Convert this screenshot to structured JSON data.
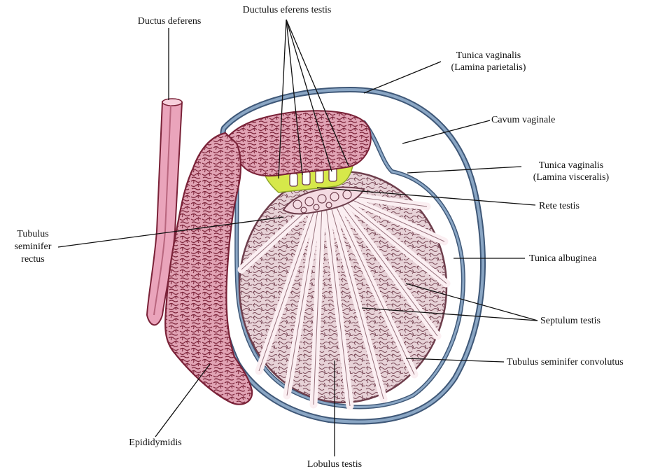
{
  "colors": {
    "background": "#ffffff",
    "tunica_vaginalis": "#8aa6c4",
    "tunica_vaginalis_dark": "#3f5878",
    "epididymis_fill": "#e1a3b4",
    "epididymis_dark": "#7a2238",
    "ductus_fill": "#eaa4bb",
    "testis_fill": "#e7d2d7",
    "testis_tubule": "#7a4a58",
    "septum_fill": "#fbeff2",
    "rete_fill": "#f4dbe2",
    "efferent_zone": "#d6e84a",
    "leader_line": "#111111"
  },
  "labels": {
    "ductus_deferens": "Ductus deferens",
    "ductulus_eferens_testis": "Ductulus eferens testis",
    "tunica_vaginalis_parietalis_1": "Tunica vaginalis",
    "tunica_vaginalis_parietalis_2": "(Lamina parietalis)",
    "cavum_vaginale": "Cavum vaginale",
    "tunica_vaginalis_visceralis_1": "Tunica vaginalis",
    "tunica_vaginalis_visceralis_2": "(Lamina visceralis)",
    "rete_testis": "Rete testis",
    "tubulus_seminifer_rectus_1": "Tubulus",
    "tubulus_seminifer_rectus_2": "seminifer",
    "tubulus_seminifer_rectus_3": "rectus",
    "tunica_albuginea": "Tunica albuginea",
    "septulum_testis": "Septulum testis",
    "tubulus_seminifer_convolutus": "Tubulus seminifer convolutus",
    "epididymidis": "Epididymidis",
    "lobulus_testis": "Lobulus testis"
  }
}
